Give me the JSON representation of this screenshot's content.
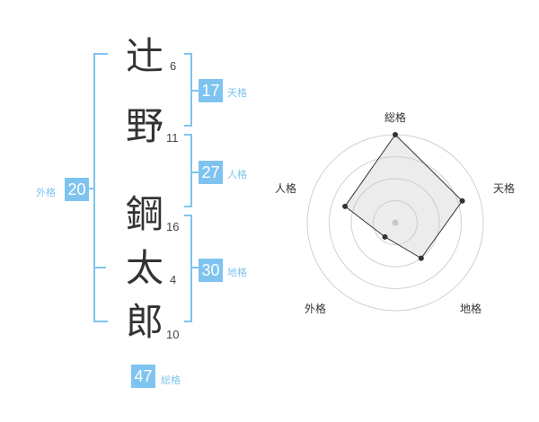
{
  "name": [
    {
      "char": "辻",
      "strokes": "6"
    },
    {
      "char": "野",
      "strokes": "11"
    },
    {
      "char": "鋼",
      "strokes": "16"
    },
    {
      "char": "太",
      "strokes": "4"
    },
    {
      "char": "郎",
      "strokes": "10"
    }
  ],
  "fortune": {
    "tenkaku": {
      "label": "天格",
      "value": "17"
    },
    "jinkaku": {
      "label": "人格",
      "value": "27"
    },
    "chikaku": {
      "label": "地格",
      "value": "30"
    },
    "gaikaku": {
      "label": "外格",
      "value": "20"
    },
    "soukaku": {
      "label": "総格",
      "value": "47"
    }
  },
  "radar": {
    "axes": [
      "総格",
      "天格",
      "地格",
      "外格",
      "人格"
    ],
    "values": [
      1.0,
      0.8,
      0.5,
      0.2,
      0.6
    ],
    "max": 1.0,
    "rings": 4,
    "color_accent": "#7fc4f0"
  }
}
